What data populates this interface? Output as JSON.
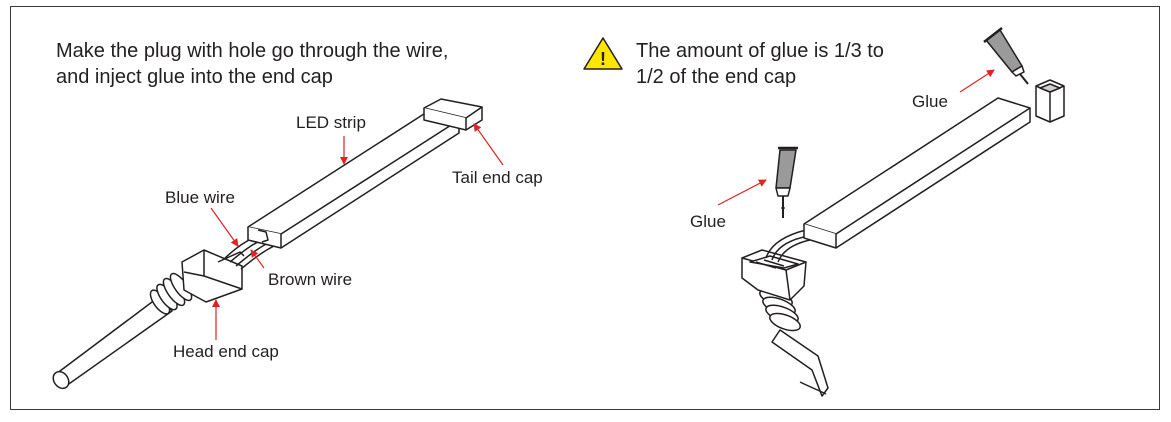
{
  "left_panel": {
    "instruction_line1": "Make the plug with hole go through the wire,",
    "instruction_line2": "and inject glue into the end cap",
    "labels": {
      "led_strip": "LED strip",
      "tail_end_cap": "Tail end cap",
      "blue_wire": "Blue wire",
      "brown_wire": "Brown wire",
      "head_end_cap": "Head end cap"
    }
  },
  "right_panel": {
    "warning_line1": "The amount of glue is 1/3 to",
    "warning_line2": "1/2 of the end cap",
    "warning_symbol": "!",
    "labels": {
      "glue_top": "Glue",
      "glue_left": "Glue"
    }
  },
  "colors": {
    "arrow": "#e02424",
    "warning_fill": "#ffe600",
    "line": "#231f20",
    "tube": "#9a9a9a"
  }
}
